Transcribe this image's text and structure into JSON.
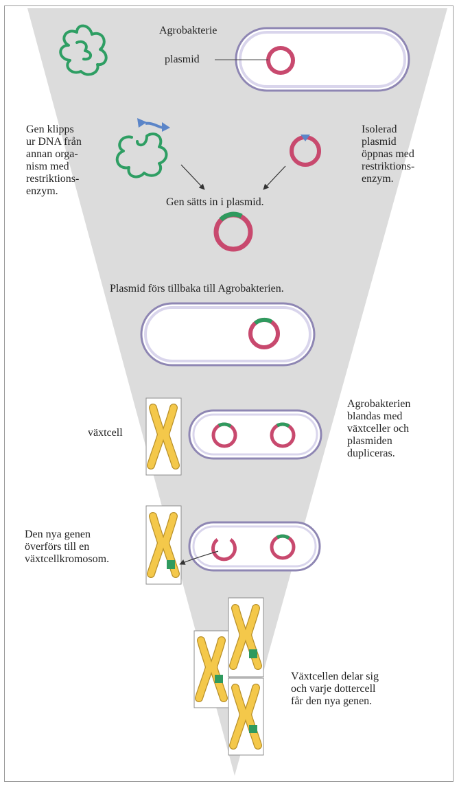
{
  "colors": {
    "funnel": "#dcdcdc",
    "frame": "#9a9a9a",
    "dna": "#2e9e63",
    "plasmid": "#c8496e",
    "plasmid_fill": "#e98aa3",
    "gene": "#2f9a5e",
    "restriction_enzyme": "#5b85c8",
    "bacterium_outline": "#8e86b3",
    "bacterium_inner": "#d9d5ec",
    "chromosome": "#f4c84a",
    "chromosome_edge": "#b8902a",
    "cell_box": "#8c8c8c",
    "arrow": "#333333"
  },
  "labels": {
    "agrobacterium": "Agrobakterie",
    "plasmid": "plasmid",
    "gene_cut": "Gen klipps\nur DNA från\nannan orga-\nnism med\nrestriktions-\nenzym.",
    "plasmid_opened": "Isolerad\nplasmid\nöppnas med\nrestriktions-\nenzym.",
    "gene_inserted": "Gen sätts in i plasmid.",
    "plasmid_returned": "Plasmid förs tillbaka till Agrobakterien.",
    "plant_cell": "växtcell",
    "mixed_duplicated": "Agrobakterien\nblandas med\nväxtceller och\nplasmiden\ndupliceras.",
    "gene_transferred": "Den nya genen\növerförs till en\nväxtcellkromosom.",
    "cell_divides": "Växtcellen delar sig\noch varje dottercell\nfår den nya genen."
  }
}
